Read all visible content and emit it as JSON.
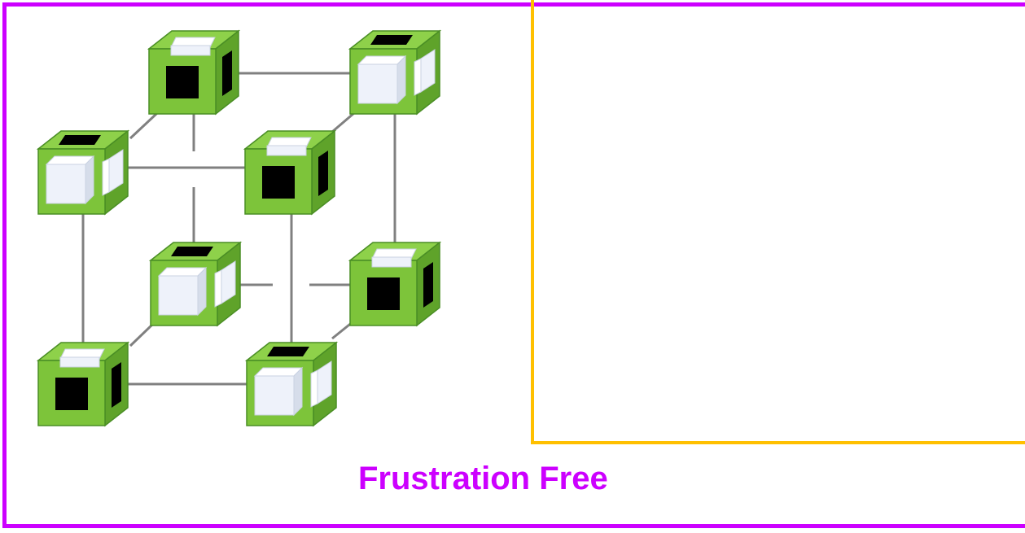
{
  "caption": "Frustration Free",
  "colors": {
    "frame": "#CC00FF",
    "panel": "#FFC000",
    "cube_front": "#7DC43A",
    "cube_top": "#8ED14A",
    "cube_side": "#5FA32A",
    "cube_edge": "#4A8E25",
    "connector": "#808080",
    "peg": "#EEF2FA",
    "hole": "#000000"
  },
  "cubes": [
    {
      "name": "cube-top-back-left",
      "front": "hole",
      "top": "peg",
      "right": "hole"
    },
    {
      "name": "cube-top-back-right",
      "front": "peg",
      "top": "hole",
      "right": "peg"
    },
    {
      "name": "cube-top-front-left",
      "front": "peg",
      "top": "hole",
      "right": "peg"
    },
    {
      "name": "cube-top-front-right",
      "front": "hole",
      "top": "peg",
      "right": "hole"
    },
    {
      "name": "cube-bottom-back-left",
      "front": "peg",
      "top": "hole",
      "right": "peg"
    },
    {
      "name": "cube-bottom-back-right",
      "front": "hole",
      "top": "peg",
      "right": "hole"
    },
    {
      "name": "cube-bottom-front-left",
      "front": "hole",
      "top": "peg",
      "right": "hole"
    },
    {
      "name": "cube-bottom-front-right",
      "front": "peg",
      "top": "hole",
      "right": "peg"
    }
  ]
}
